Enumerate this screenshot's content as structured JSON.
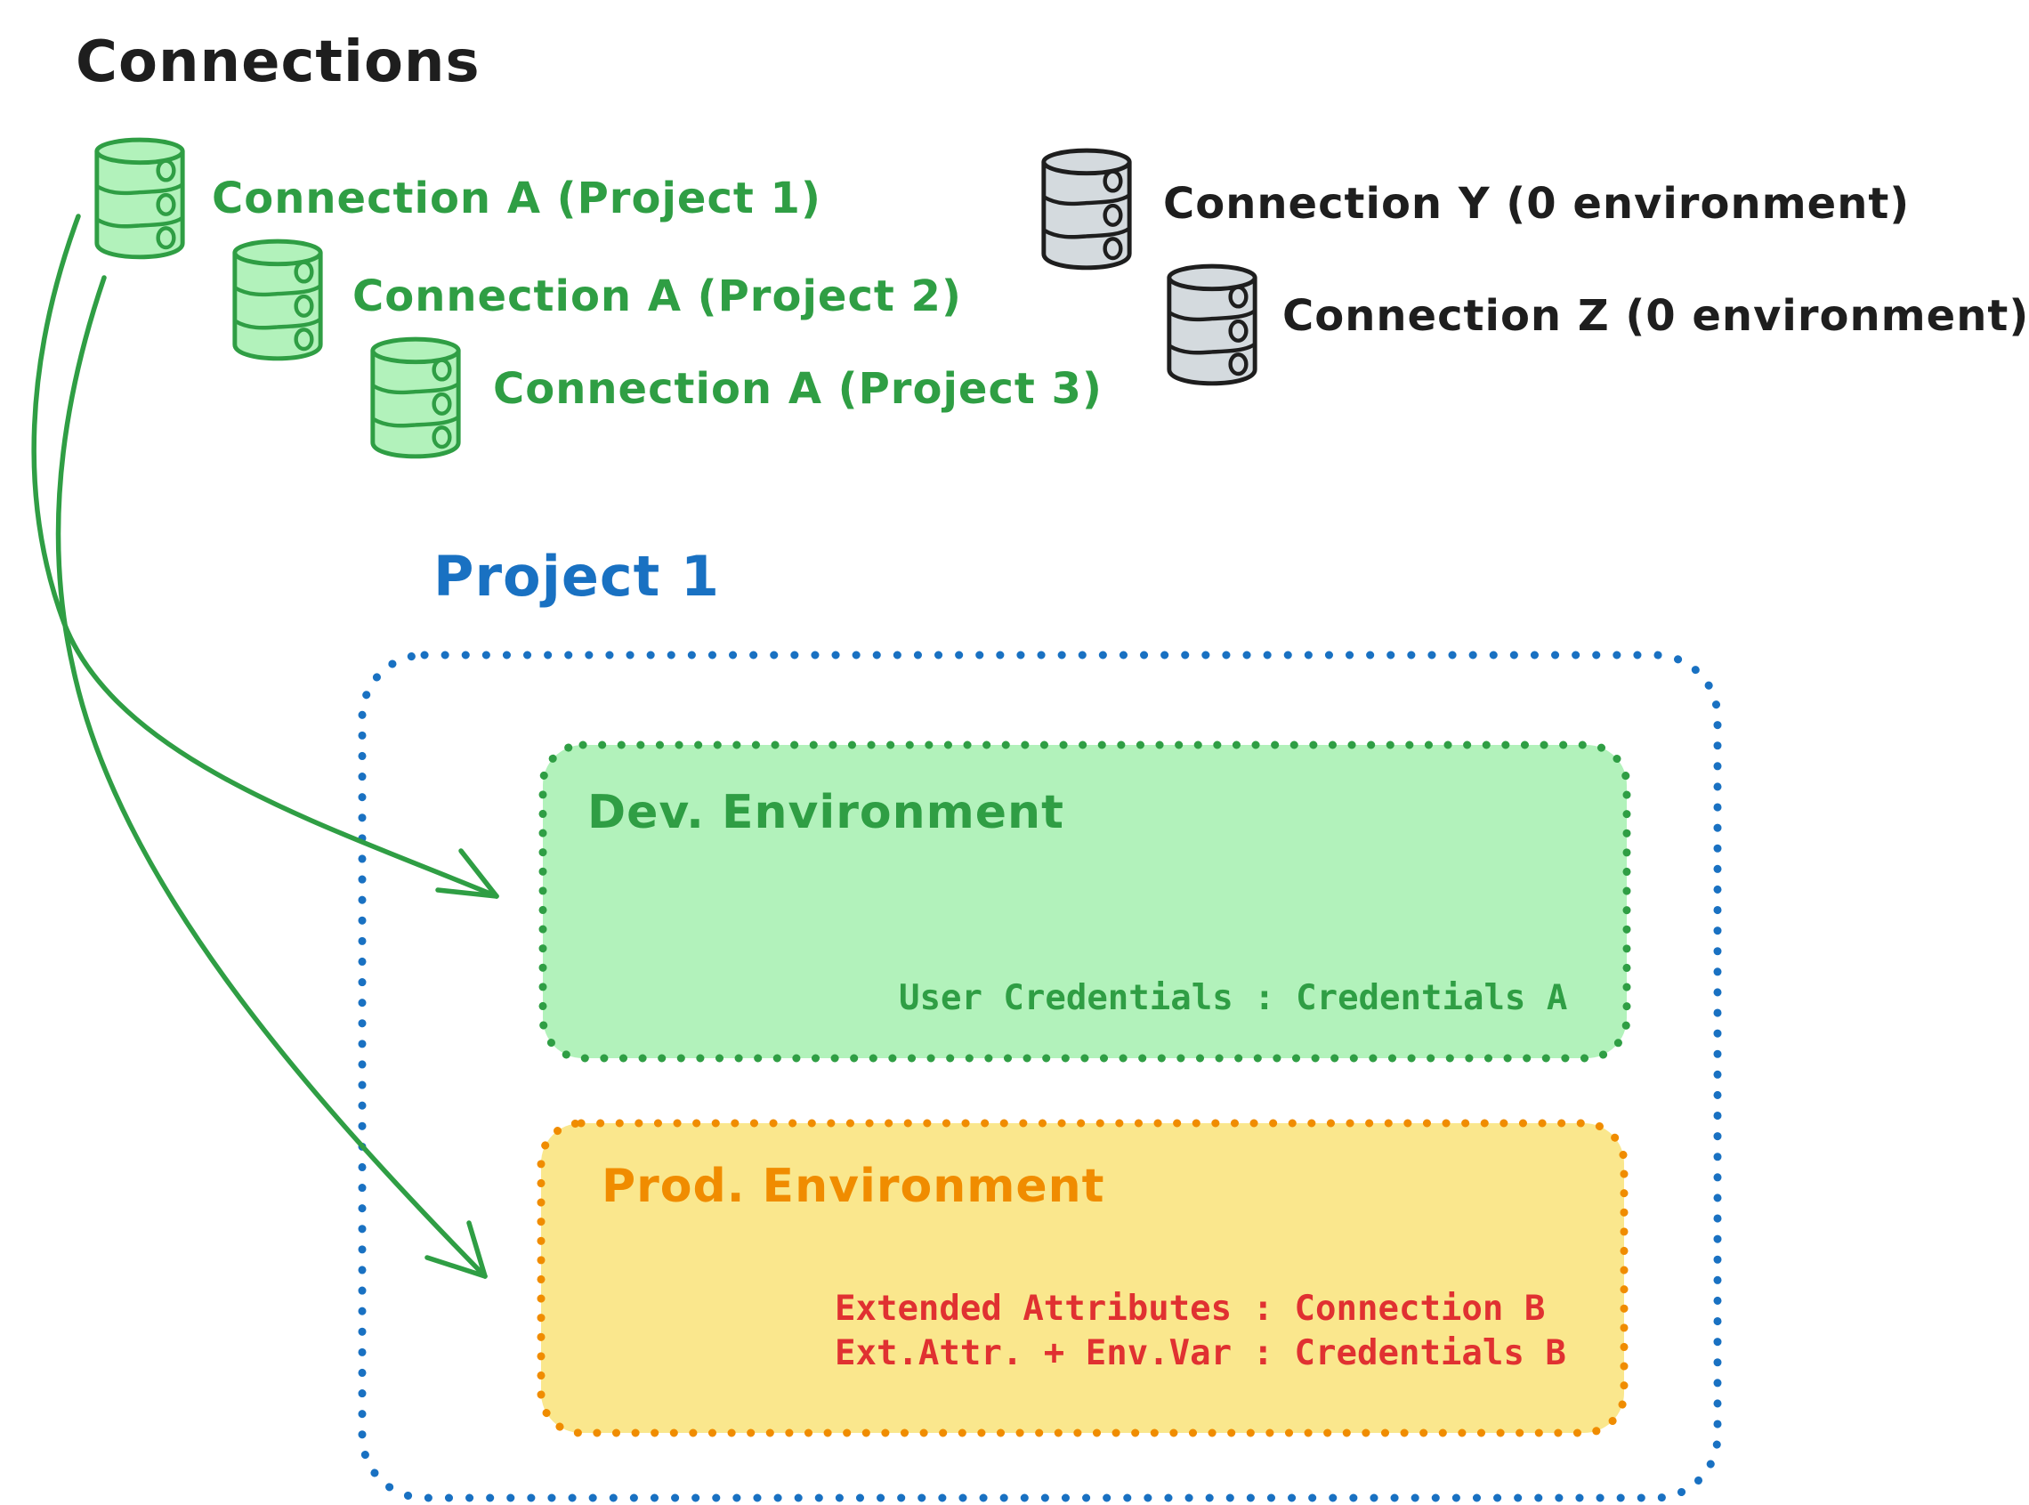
{
  "title": "Connections",
  "green_connections": [
    {
      "label": "Connection A (Project 1)"
    },
    {
      "label": "Connection A (Project 2)"
    },
    {
      "label": "Connection A (Project 3)"
    }
  ],
  "gray_connections": [
    {
      "label": "Connection Y (0 environment)"
    },
    {
      "label": "Connection Z (0 environment)"
    }
  ],
  "project": {
    "title": "Project 1",
    "dev_environment": {
      "title": "Dev. Environment",
      "mapping": "User Credentials : Credentials A"
    },
    "prod_environment": {
      "title": "Prod. Environment",
      "mappings": [
        "Extended Attributes : Connection B",
        "Ext.Attr. + Env.Var : Credentials B"
      ]
    }
  },
  "colors": {
    "text_black": "#1e1e1e",
    "green_stroke": "#2f9e44",
    "green_fill": "#b2f2bb",
    "gray_fill": "#d4dade",
    "blue": "#1971c2",
    "orange_stroke": "#f08c00",
    "orange_fill": "#fae78d",
    "red": "#e03131"
  }
}
